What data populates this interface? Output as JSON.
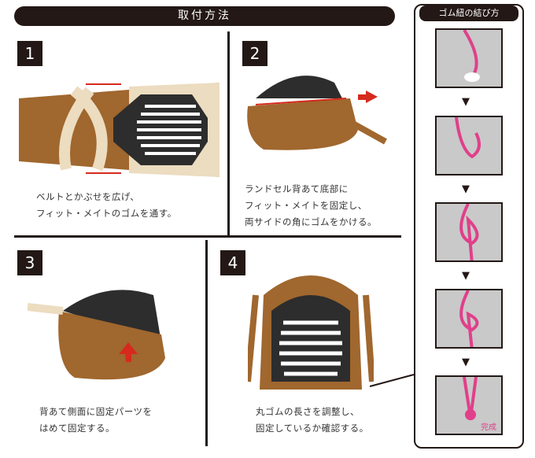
{
  "title": "取付方法",
  "steps": [
    {
      "number": "1",
      "lines": [
        "ベルトとかぶせを広げ、",
        "フィット・メイトのゴムを通す。"
      ]
    },
    {
      "number": "2",
      "lines": [
        "ランドセル背あて底部に",
        "フィット・メイトを固定し、",
        "両サイドの角にゴムをかける。"
      ]
    },
    {
      "number": "3",
      "lines": [
        "背あて側面に固定パーツを",
        "はめて固定する。"
      ]
    },
    {
      "number": "4",
      "lines": [
        "丸ゴムの長さを調整し、",
        "固定しているか確認する。"
      ]
    }
  ],
  "knot_panel": {
    "title": "ゴム紐の結び方",
    "complete_label": "完成"
  },
  "colors": {
    "dark": "#231815",
    "leather": "#a0672e",
    "pink": "#e0408a",
    "arrow_red": "#d62a1e"
  }
}
